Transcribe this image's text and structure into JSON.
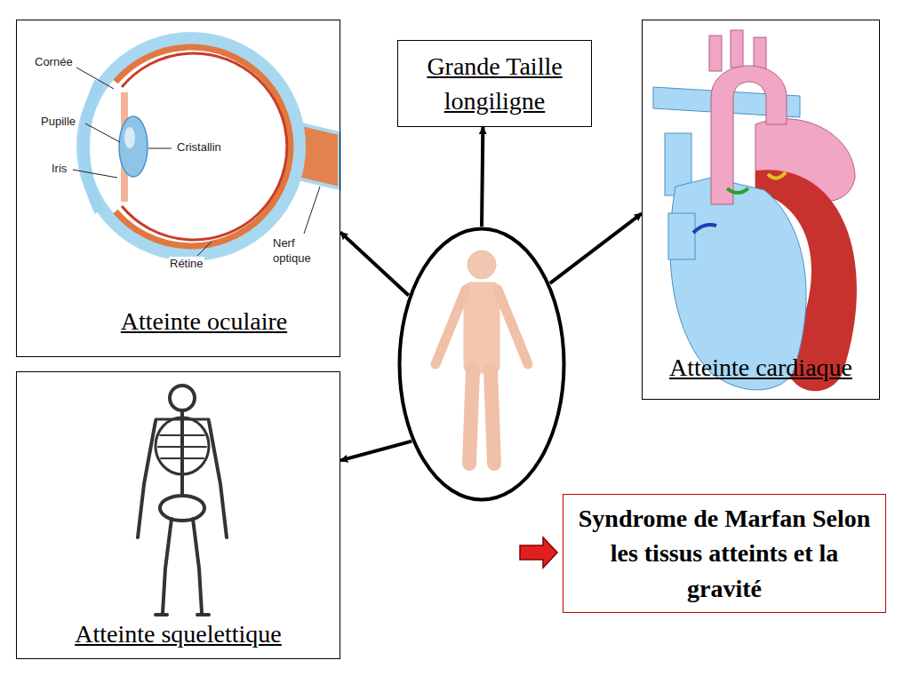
{
  "diagram": {
    "nodes": [
      {
        "text": [
          "Atteinte oculaire"
        ]
      },
      {
        "text": [
          "Grande Taille longiligne"
        ]
      },
      {
        "text": [
          "Atteinte cardiaque"
        ]
      },
      {
        "text": []
      },
      {
        "text": [
          "Atteinte squelettique"
        ]
      },
      {
        "text": [
          "Syndrome de Marfan Selon les tissus atteints et la gravité"
        ]
      }
    ],
    "edges": [
      {
        "from": 3,
        "to": 0,
        "arrow": "to"
      },
      {
        "from": 3,
        "to": 1,
        "arrow": "to"
      },
      {
        "from": 3,
        "to": 2,
        "arrow": "to"
      },
      {
        "from": 3,
        "to": 4,
        "arrow": "to"
      }
    ],
    "labels": [
      "Cornée",
      "Pupille",
      "Cristallin",
      "Iris",
      "Nerf optique",
      "Rétine"
    ]
  }
}
